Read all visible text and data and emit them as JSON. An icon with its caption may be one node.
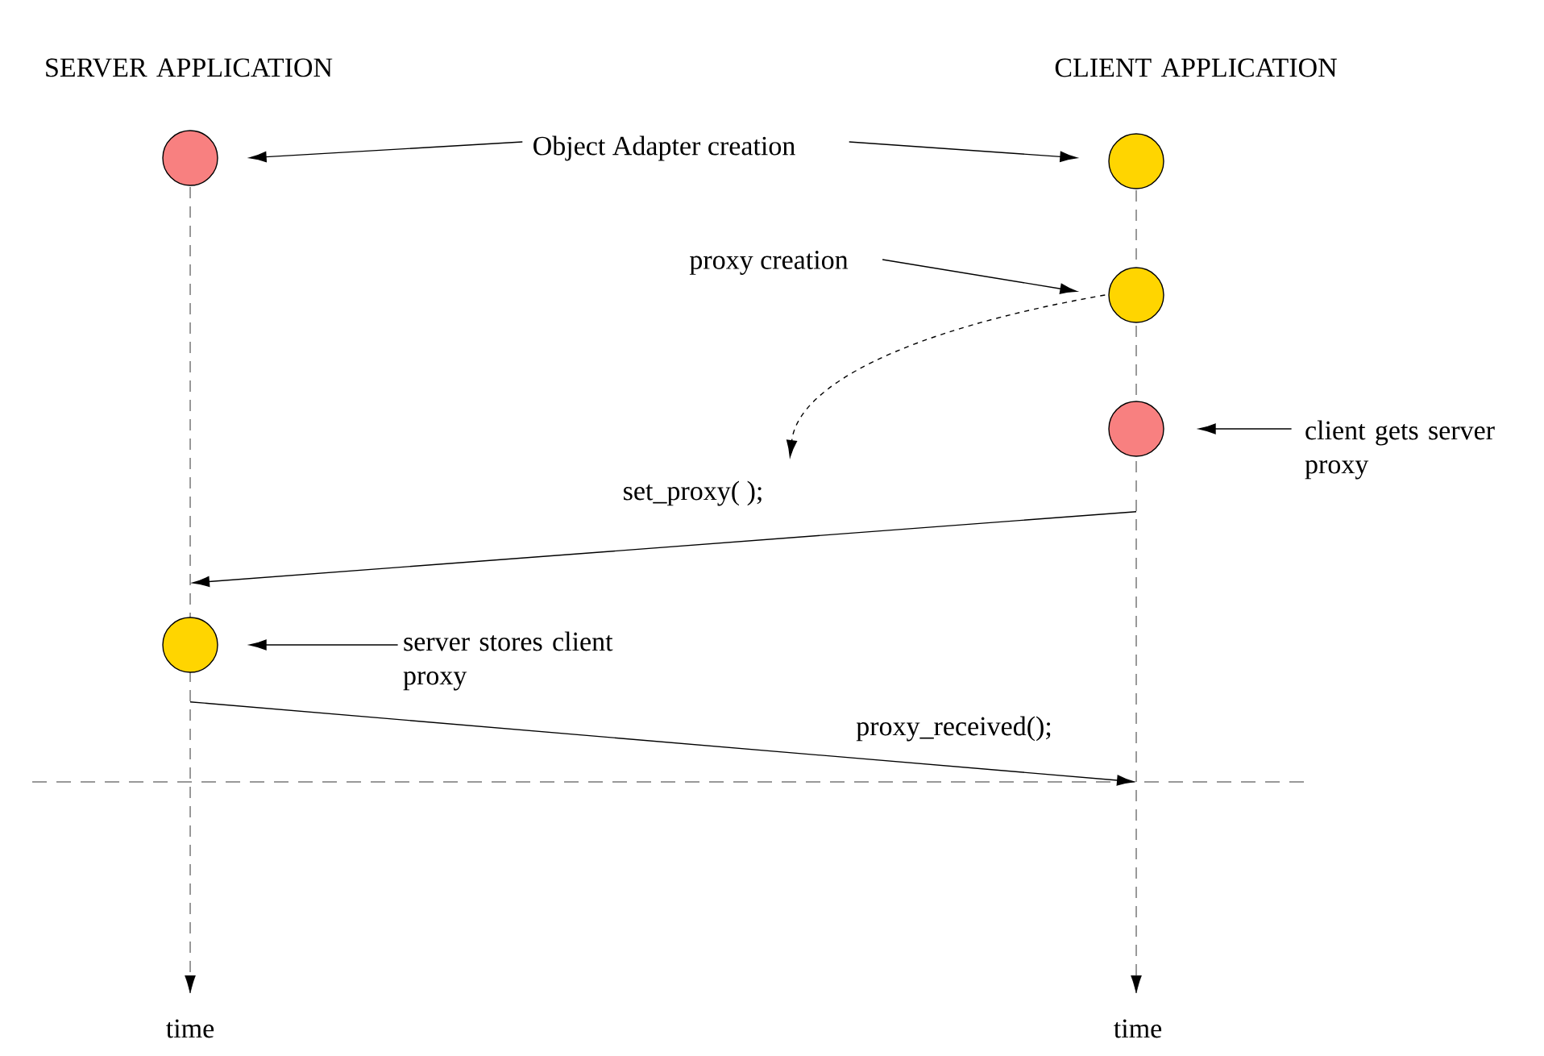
{
  "diagram": {
    "nodes": [
      {
        "text": [],
        "shape": "circle"
      },
      {
        "text": [],
        "shape": "circle"
      },
      {
        "text": [],
        "shape": "circle"
      },
      {
        "text": [],
        "shape": "circle"
      },
      {
        "text": [],
        "shape": "circle"
      },
      {
        "text": [
          "Object Adapter creation"
        ]
      },
      {
        "text": [
          "proxy creation"
        ]
      },
      {
        "text": [
          "client gets server proxy"
        ]
      },
      {
        "text": [
          "server stores client proxy"
        ]
      }
    ],
    "edges": [
      {
        "from": 5,
        "to": 0,
        "arrow": "to"
      },
      {
        "from": 5,
        "to": 1,
        "arrow": "to"
      },
      {
        "from": 6,
        "to": 2,
        "arrow": "to"
      },
      {
        "from": 2,
        "to": null,
        "arrow": "to",
        "style": "dashed"
      },
      {
        "from": 7,
        "to": 3,
        "arrow": "to"
      },
      {
        "from": 8,
        "to": 4,
        "arrow": "to"
      },
      {
        "from": 3,
        "to": 4,
        "arrow": "to",
        "label": "set_proxy( );"
      },
      {
        "from": 4,
        "to": null,
        "arrow": "to",
        "label": "proxy_received();"
      }
    ],
    "labels": [
      "SERVER APPLICATION",
      "CLIENT APPLICATION",
      "time",
      "time"
    ]
  }
}
